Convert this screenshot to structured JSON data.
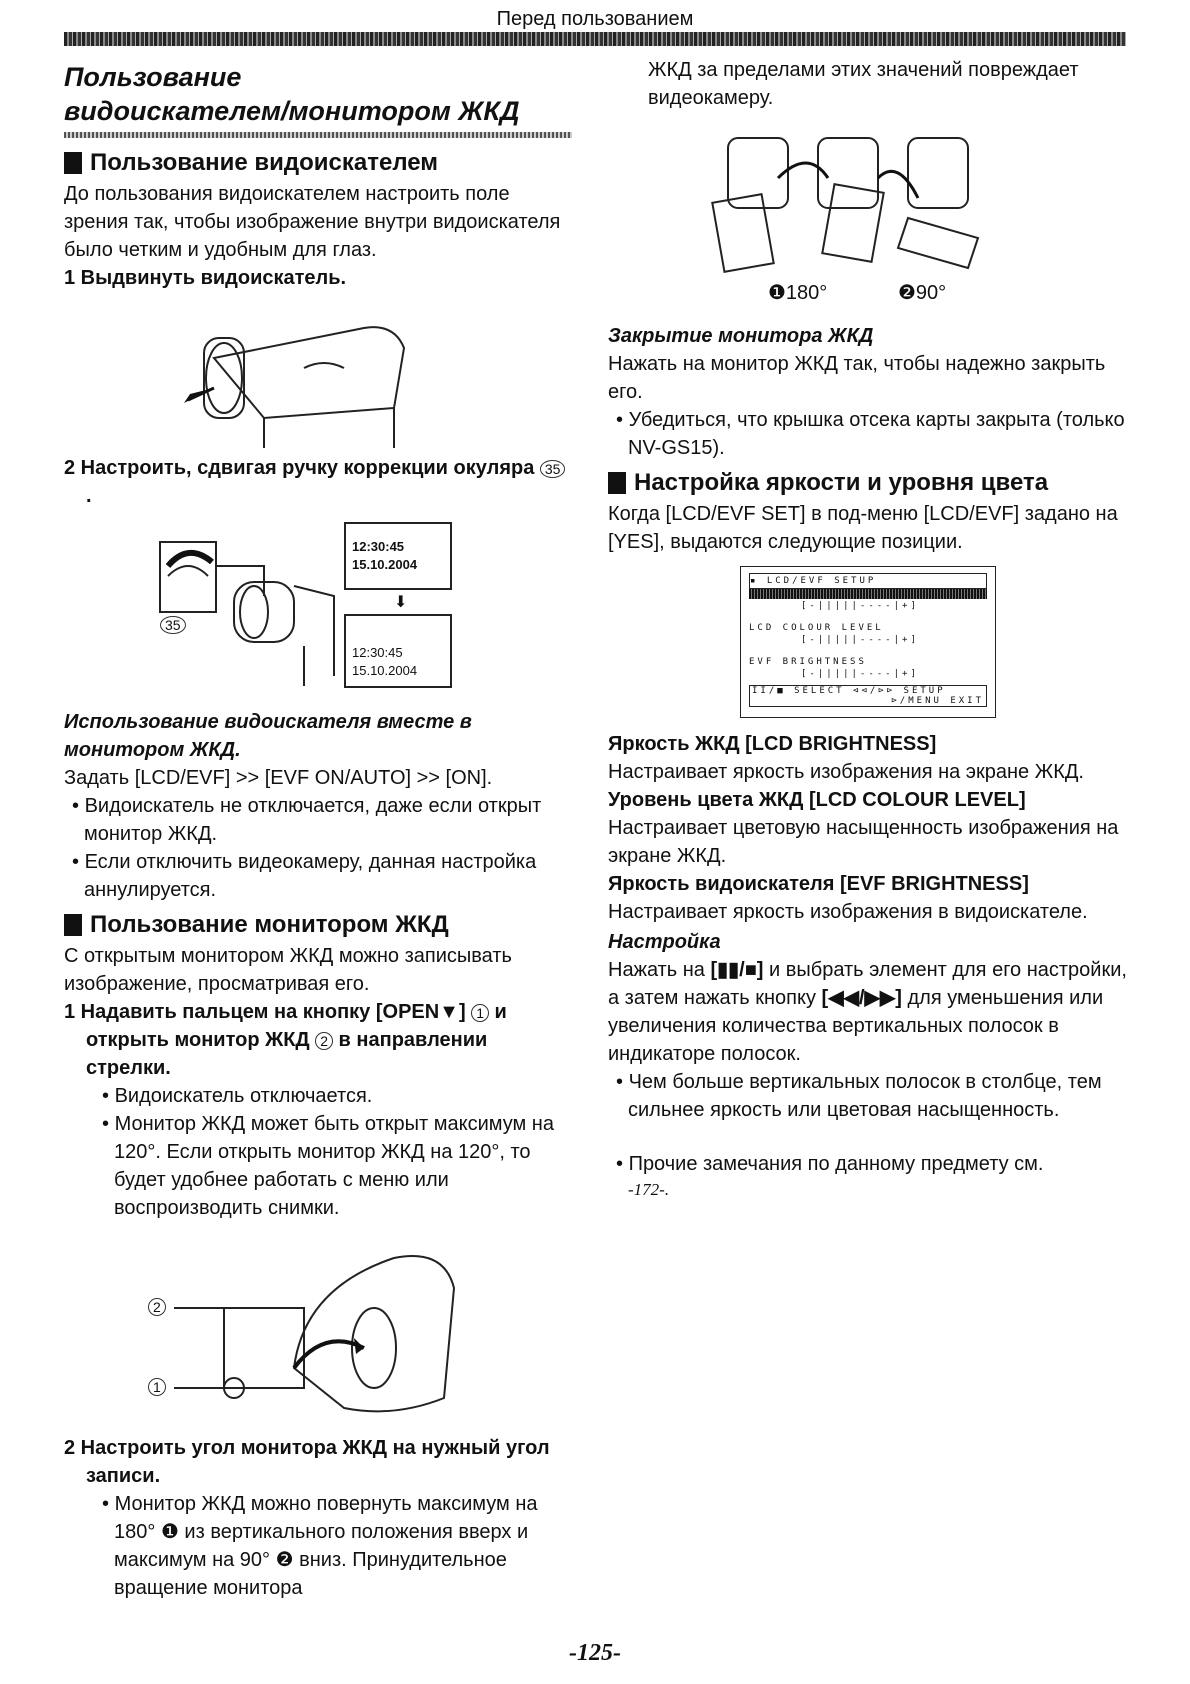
{
  "header": {
    "title": "Перед пользованием"
  },
  "left": {
    "title_line1": "Пользование",
    "title_line2": "видоискателем/монитором ЖКД",
    "s1": {
      "heading": "Пользование видоискателем",
      "text": "До пользования видоискателем настроить поле зрения так, чтобы изображение внутри видоискателя было четким и удобным для глаз.",
      "step1": "1 Выдвинуть видоискатель.",
      "step2_pre": "2 Настроить, сдвигая ручку коррекции окуляра ",
      "step2_ref": "35",
      "step2_post": ".",
      "fig_ref": "35",
      "time": "12:30:45",
      "date": "15.10.2004"
    },
    "s2": {
      "subhead": "Использование видоискателя вместе в монитором ЖКД.",
      "text": "Задать [LCD/EVF] >> [EVF ON/AUTO] >> [ON].",
      "b1": "Видоискатель не отключается, даже если открыт монитор ЖКД.",
      "b2": "Если отключить видеокамеру, данная настройка аннулируется."
    },
    "s3": {
      "heading": "Пользование монитором ЖКД",
      "text": "С открытым монитором ЖКД можно записывать изображение, просматривая его.",
      "step1_a": "1 Надавить пальцем на кнопку [OPEN▼]",
      "ref1": "1",
      "step1_b": " и открыть монитор ЖКД ",
      "ref2": "2",
      "step1_c": " в направлении стрелки.",
      "b1": "Видоискатель отключается.",
      "b2": "Монитор ЖКД может быть открыт максимум на 120°. Если открыть монитор ЖКД на 120°, то будет удобнее работать с меню или воспроизводить снимки.",
      "step2": "2 Настроить угол монитора ЖКД на нужный угол записи.",
      "b3_a": "Монитор ЖКД можно повернуть максимум на 180° ",
      "n1": "❶",
      "b3_b": " из вертикального положения вверх и максимум на 90° ",
      "n2": "❷",
      "b3_c": " вниз. Принудительное вращение монитора"
    }
  },
  "right": {
    "cont": "ЖКД за пределами этих значений повреждает видеокамеру.",
    "angle1": "❶180°",
    "angle2": "❷90°",
    "close": {
      "subhead": "Закрытие монитора ЖКД",
      "text": "Нажать на монитор ЖКД так, чтобы надежно закрыть его.",
      "b1": "Убедиться, что крышка отсека карты закрыта (только NV-GS15)."
    },
    "bright": {
      "heading": "Настройка яркости и уровня цвета",
      "text": "Когда [LCD/EVF SET] в под-меню [LCD/EVF] задано на [YES], выдаются следующие позиции."
    },
    "menu": {
      "title": "LCD/EVF SETUP",
      "bar1": "[-|||||----|+]",
      "item2": "LCD COLOUR LEVEL",
      "bar2": "[-|||||----|+]",
      "item3": "EVF BRIGHTNESS",
      "bar3": "[-|||||----|+]",
      "foot1": "II/■ SELECT ⊲⊲/⊳⊳ SETUP",
      "foot2": "⊳/MENU EXIT"
    },
    "lcd_b_h": "Яркость ЖКД [LCD BRIGHTNESS]",
    "lcd_b_t": "Настраивает яркость изображения на экране ЖКД.",
    "lcd_c_h": "Уровень цвета ЖКД [LCD COLOUR LEVEL]",
    "lcd_c_t": "Настраивает цветовую насыщенность изображения на экране ЖКД.",
    "evf_h": "Яркость видоискателя [EVF BRIGHTNESS]",
    "evf_t": "Настраивает яркость изображения в видоискателе.",
    "setup": {
      "subhead": "Настройка",
      "t1": "Нажать на ",
      "k1": "[▮▮/■]",
      "t2": " и выбрать элемент для его настройки, а затем нажать кнопку ",
      "k2": "[◀◀/▶▶]",
      "t3": " для уменьшения или увеличения количества вертикальных полосок в индикаторе полосок.",
      "b1": "Чем больше вертикальных полосок в столбце, тем сильнее яркость или цветовая насыщенность."
    },
    "other": "Прочие замечания по данному предмету см.",
    "ref": "-172-."
  },
  "page_number": "-125-"
}
